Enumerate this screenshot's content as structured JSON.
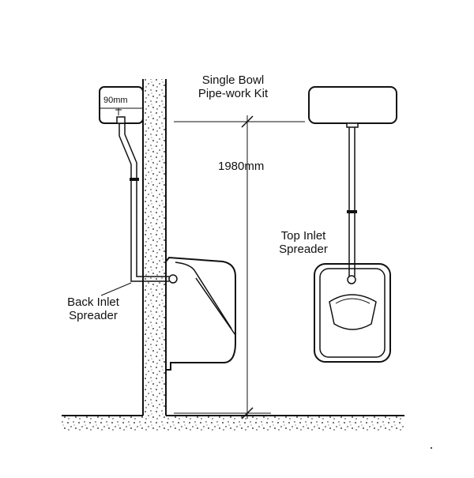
{
  "labels": {
    "kit_title_line1": "Single Bowl",
    "kit_title_line2": "Pipe-work Kit",
    "height": "1980mm",
    "cistern_width": "90mm",
    "back_inlet_line1": "Back Inlet",
    "back_inlet_line2": "Spreader",
    "top_inlet_line1": "Top Inlet",
    "top_inlet_line2": "Spreader"
  },
  "colors": {
    "ink": "#111111",
    "background": "#ffffff"
  }
}
